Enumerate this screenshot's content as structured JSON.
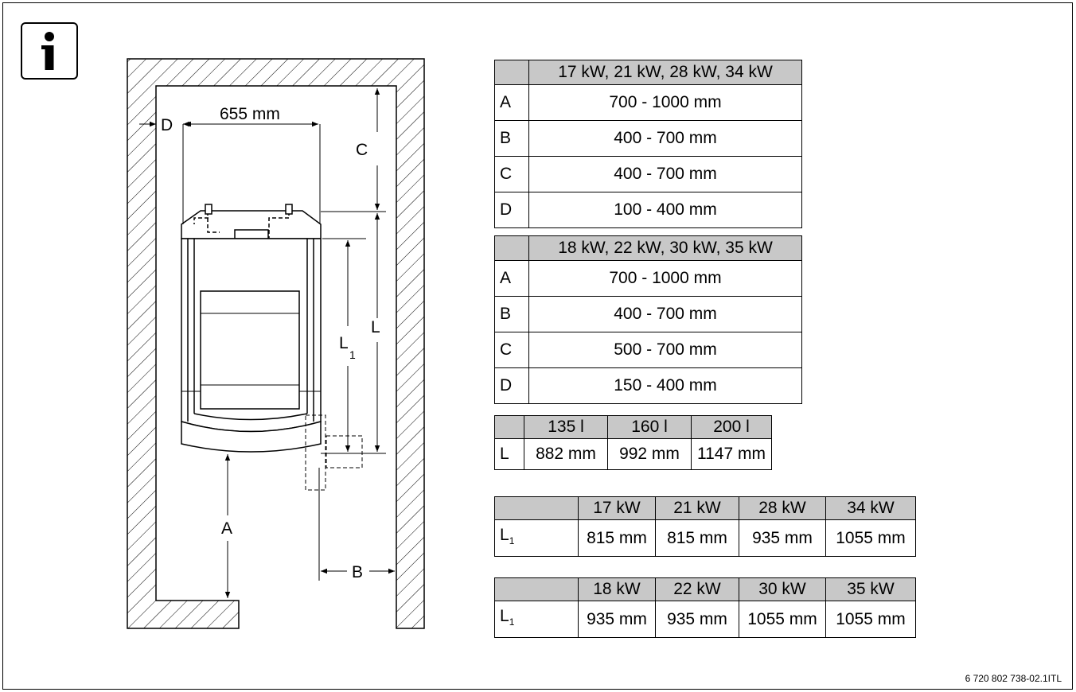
{
  "dimension_labels": {
    "width": "655 mm",
    "D": "D",
    "C": "C",
    "L": "L",
    "L1_letter": "L",
    "L1_sub": "1",
    "A": "A",
    "B": "B"
  },
  "table1": {
    "header": "17 kW, 21 kW, 28 kW, 34 kW",
    "rows": [
      {
        "label": "A",
        "value": "700 - 1000 mm"
      },
      {
        "label": "B",
        "value": "400 - 700 mm"
      },
      {
        "label": "C",
        "value": "400 - 700 mm"
      },
      {
        "label": "D",
        "value": "100 - 400 mm"
      }
    ]
  },
  "table2": {
    "header": "18 kW, 22 kW, 30 kW, 35 kW",
    "rows": [
      {
        "label": "A",
        "value": "700 - 1000 mm"
      },
      {
        "label": "B",
        "value": "400 - 700 mm"
      },
      {
        "label": "C",
        "value": "500 - 700 mm"
      },
      {
        "label": "D",
        "value": "150 - 400 mm"
      }
    ]
  },
  "table3": {
    "headers": [
      "135 l",
      "160 l",
      "200 l"
    ],
    "row_label": "L",
    "values": [
      "882 mm",
      "992 mm",
      "1147 mm"
    ]
  },
  "table4": {
    "headers": [
      "17 kW",
      "21 kW",
      "28 kW",
      "34 kW"
    ],
    "row_label": "L",
    "row_label_sub": "1",
    "values": [
      "815 mm",
      "815 mm",
      "935 mm",
      "1055 mm"
    ]
  },
  "table5": {
    "headers": [
      "18 kW",
      "22 kW",
      "30 kW",
      "35 kW"
    ],
    "row_label": "L",
    "row_label_sub": "1",
    "values": [
      "935 mm",
      "935 mm",
      "1055 mm",
      "1055 mm"
    ]
  },
  "reference": "6 720 802 738-02.1ITL"
}
